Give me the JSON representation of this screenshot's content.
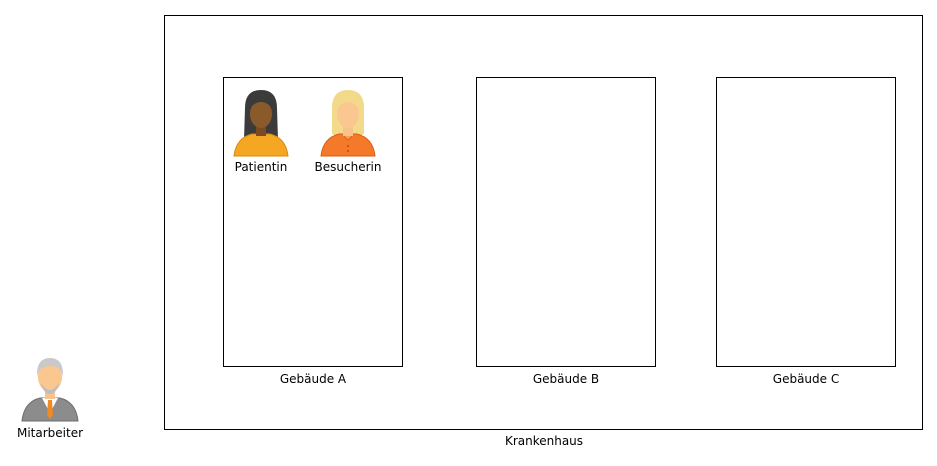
{
  "hospital": {
    "label": "Krankenhaus"
  },
  "buildings": [
    {
      "label": "Gebäude A"
    },
    {
      "label": "Gebäude B"
    },
    {
      "label": "Gebäude C"
    }
  ],
  "people": {
    "patient": {
      "label": "Patientin",
      "icon": "woman-dark-hair-icon"
    },
    "visitor": {
      "label": "Besucherin",
      "icon": "woman-blonde-hair-icon"
    },
    "staff": {
      "label": "Mitarbeiter",
      "icon": "man-gray-hair-tie-icon"
    }
  },
  "colors": {
    "patient_shirt": "#f5a623",
    "visitor_shirt": "#f47a2a",
    "staff_jacket": "#8c8c8c",
    "tie": "#f08a24"
  }
}
